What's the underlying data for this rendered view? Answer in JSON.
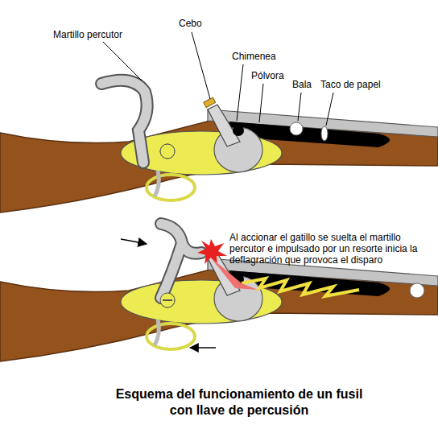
{
  "diagram": {
    "title": "Esquema del funcionamiento de un fusil con llave de percusión",
    "labels": [
      "Martillo percutor",
      "Cebo",
      "Chimenea",
      "Pólvora",
      "Bala",
      "Taco de papel",
      "Al accionar el gatillo se suelta el martillo percutor e impulsado por un resorte inicia la deflagración que provoca el disparo"
    ]
  }
}
